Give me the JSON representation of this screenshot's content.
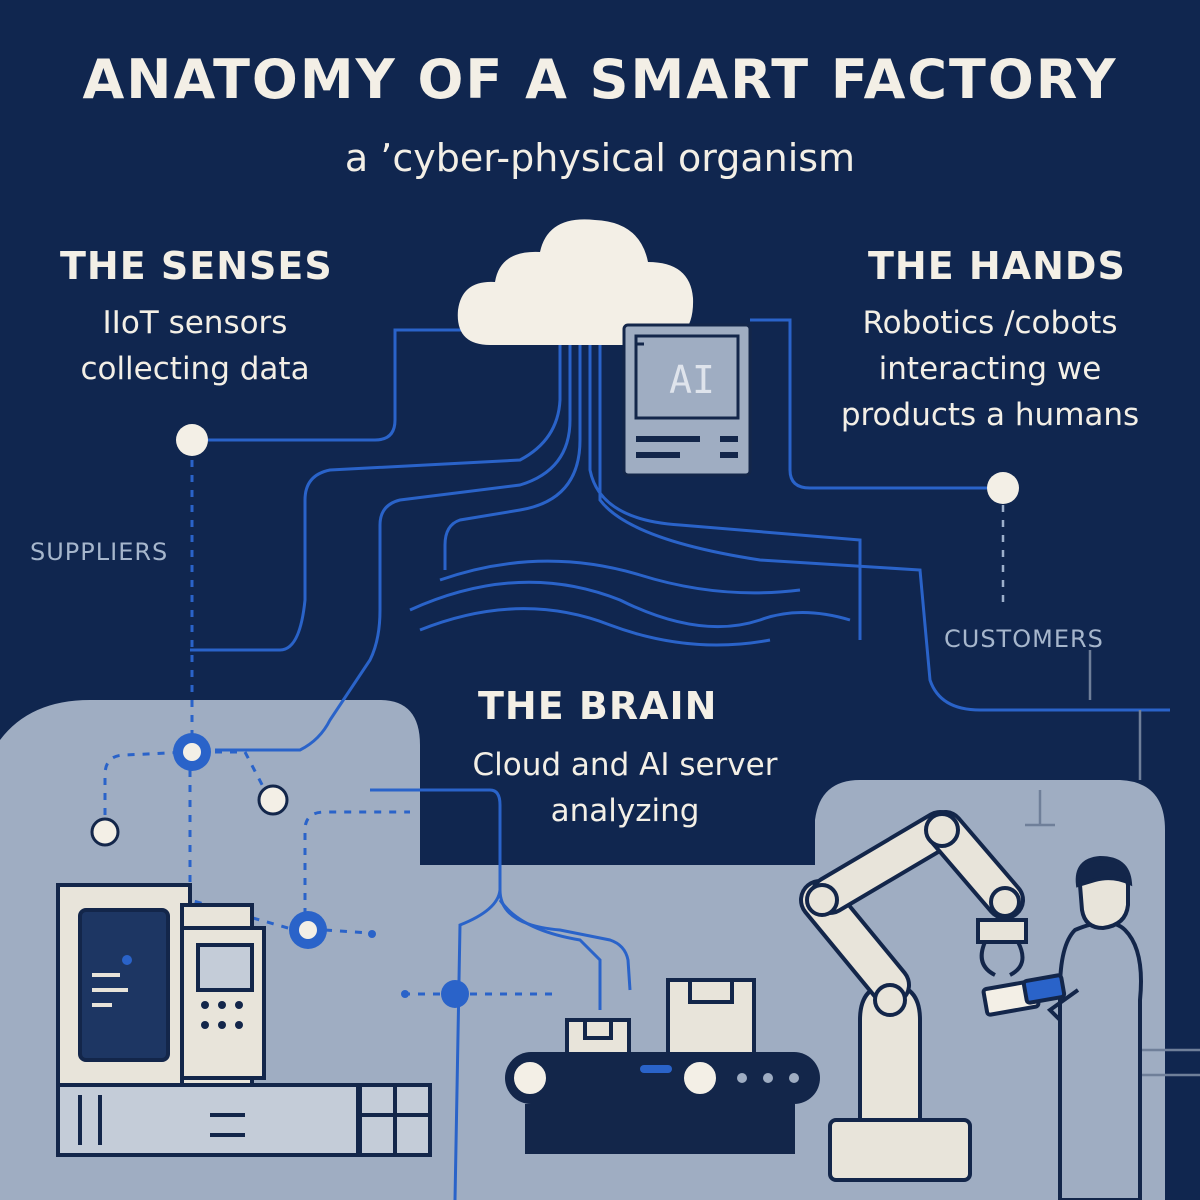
{
  "title": "ANATOMY OF A SMART FACTORY",
  "subtitle": "a ’cyber-physical organism",
  "senses": {
    "heading": "THE SENSES",
    "line1": "IIoT sensors",
    "line2": "collecting data"
  },
  "hands": {
    "heading": "THE HANDS",
    "line1": "Robotics /cobots",
    "line2": "interacting we",
    "line3": "products a humans"
  },
  "brain": {
    "heading": "THE BRAIN",
    "line1": "Cloud and AI server",
    "line2": "analyzing"
  },
  "labels": {
    "suppliers": "SUPPLIERS",
    "customers": "CUSTOMERS",
    "ai": "AI"
  },
  "colors": {
    "background": "#10264f",
    "factory_floor": "#9fadc2",
    "accent_blue": "#2a63c9",
    "cream": "#f3efe6",
    "outline_dark": "#13264a"
  },
  "icons": [
    "cloud-icon",
    "ai-server-icon",
    "cnc-machine-icon",
    "conveyor-belt-icon",
    "robot-arm-icon",
    "worker-with-tablet-icon",
    "sensor-node-icon"
  ]
}
